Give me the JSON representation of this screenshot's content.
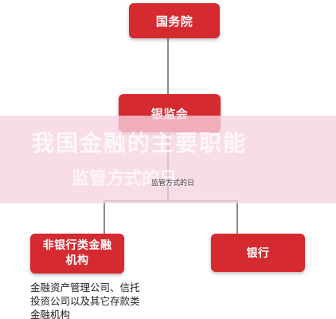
{
  "nodes": {
    "top": "国务院",
    "middle": "银监会",
    "left_line1": "非银行类金融",
    "left_line2": "机构",
    "right": "银行"
  },
  "description": [
    "金融资产管理公司、信托",
    "投资公司以及其它存款类",
    "金融机构"
  ],
  "overlay": {
    "title": "我国金融的主要职能",
    "subtitle": "监管方式的日",
    "small_text": "监管方式的日"
  },
  "colors": {
    "box": "#d42a30",
    "box_text": "#ffffff",
    "connector": "#8a8a8a",
    "band": "#f6d4e2"
  }
}
